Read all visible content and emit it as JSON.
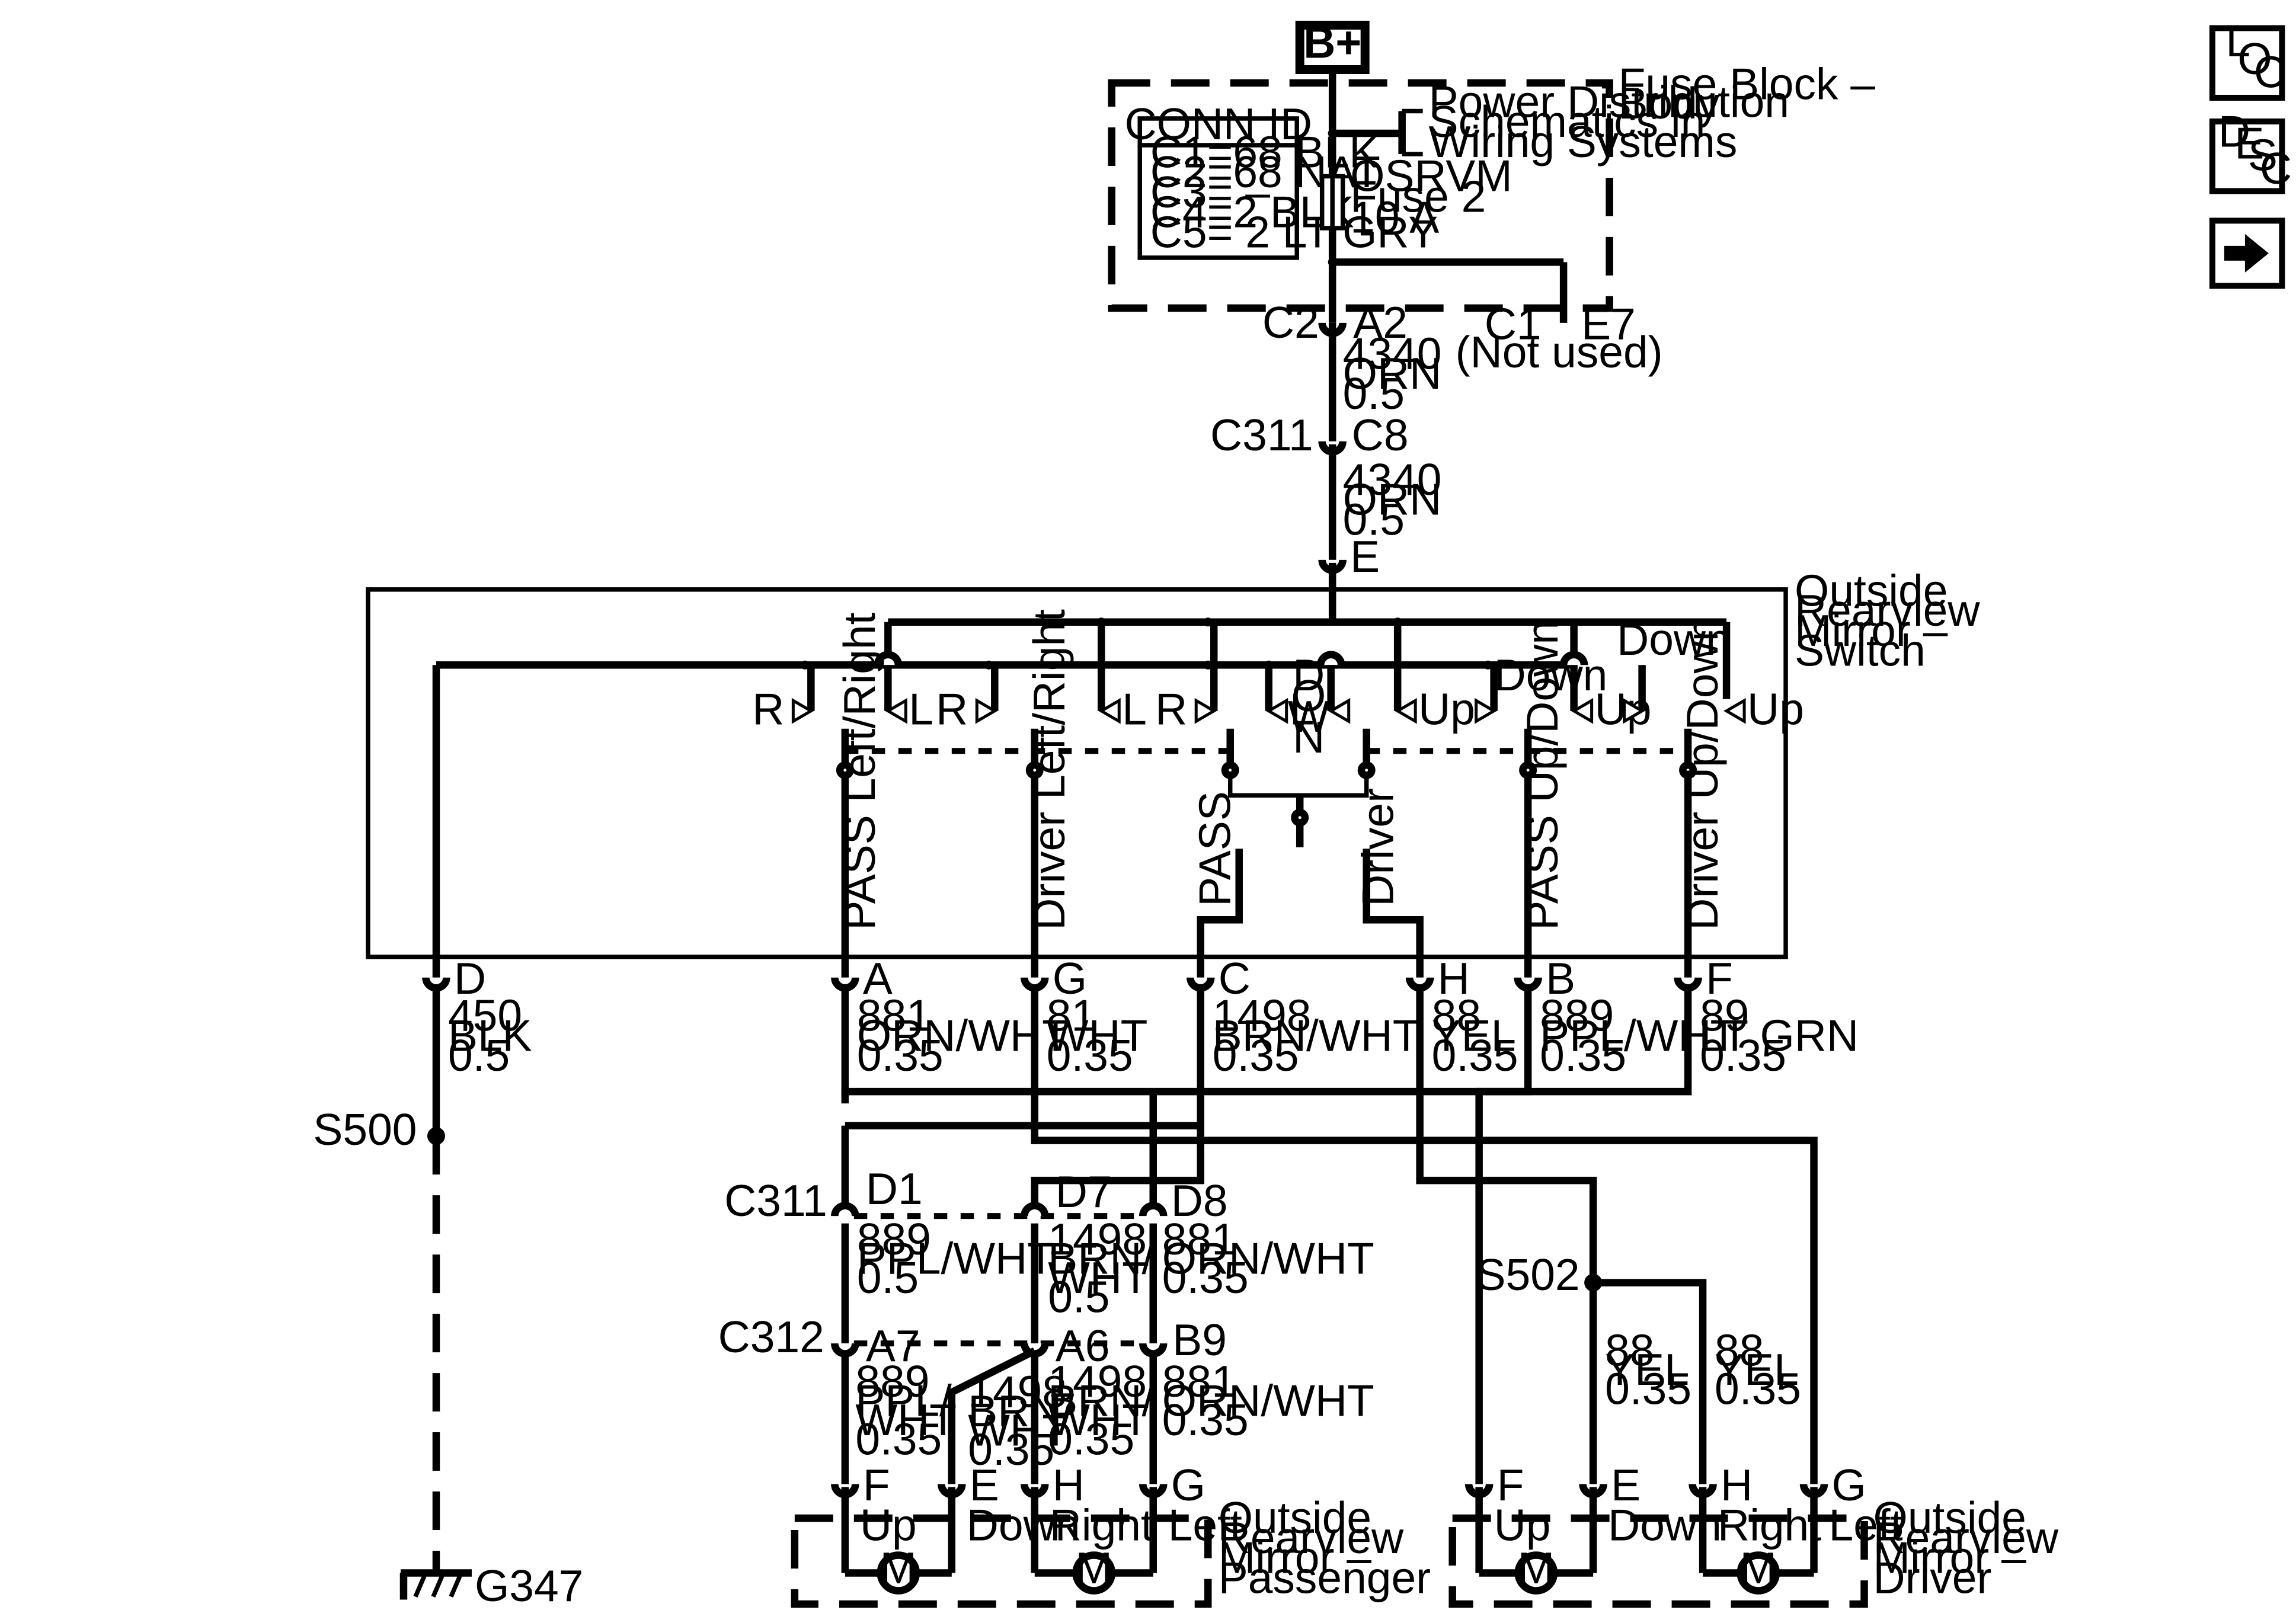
{
  "power": {
    "source": "B+"
  },
  "fuse_block": {
    "name": "Fuse Block –\nBody",
    "power_ref": "Power Distribution\nSchematics in\nWiring Systems",
    "fuse": "OSRVM\nFuse 2\n10 A",
    "conn_id_title": "CONN ID",
    "conn_ids": [
      "C1=68 BLK",
      "C2=68 NAT",
      "C3= –",
      "C4=2 BLK",
      "C5= 2 LT GRY"
    ],
    "out_conn": "C2",
    "out_pin": "A2",
    "unused_conn": "C1",
    "unused_pin": "E7",
    "unused_note": "(Not used)"
  },
  "feed_wires": [
    {
      "conn": "",
      "pin": "",
      "label": "4340\nORN\n0.5"
    },
    {
      "conn": "C311",
      "pin": "C8"
    },
    {
      "conn": "",
      "pin": "",
      "label": "4340\nORN\n0.5"
    }
  ],
  "switch": {
    "name": "Outside\nRearview\nMirror –\nSwitch",
    "input_pin": "E",
    "contact_labels": {
      "r": "R",
      "l": "L",
      "up": "Up",
      "down": "Down",
      "down_vertical": "DOWN"
    },
    "circuits": [
      "PASS Left/Right",
      "Driver Left/Right",
      "PASS",
      "Driver",
      "PASS Up/Down",
      "Driver Up/Down"
    ]
  },
  "switch_pins": [
    {
      "pin": "D",
      "label": "450\nBLK\n0.5"
    },
    {
      "pin": "A",
      "label": "881\nORN/WHT\n0.35"
    },
    {
      "pin": "G",
      "label": "81\nWHT\n0.35"
    },
    {
      "pin": "C",
      "label": "1498\nBRN/WHT\n0.35"
    },
    {
      "pin": "H",
      "label": "88\nYEL\n0.35"
    },
    {
      "pin": "B",
      "label": "889\nPPL/WHT\n0.35"
    },
    {
      "pin": "F",
      "label": "89\nLT GRN\n0.35"
    }
  ],
  "ground": {
    "splice": "S500",
    "ground": "G347"
  },
  "connectors": {
    "c311": {
      "name": "C311",
      "pins": [
        "D1",
        "D7",
        "D8"
      ]
    },
    "c312": {
      "name": "C312",
      "pins": [
        "A7",
        "A6",
        "B9"
      ]
    }
  },
  "mid_wires": [
    {
      "label": "889\nPPL/WHT\n0.5"
    },
    {
      "label": "1498\nBRN/\nWHT\n0.5"
    },
    {
      "label": "881\nORN/WHT\n0.35"
    }
  ],
  "low_wires": [
    {
      "label": "889\nPPL/\nWHT\n0.35"
    },
    {
      "label": "1498\nBRN/\nWHT\n0.35"
    },
    {
      "label": "1498\nBRN/\nWHT\n0.35"
    },
    {
      "label": "881\nORN/WHT\n0.35"
    }
  ],
  "driver_splice": {
    "name": "S502",
    "wire": "88\nYEL\n0.35"
  },
  "pass_mirror": {
    "name": "Outside\nRearview\nMirror –\nPassenger",
    "pins": [
      "F",
      "E",
      "H",
      "G"
    ],
    "terminals": [
      "Up",
      "Down",
      "Right",
      "Left"
    ],
    "motor": "M"
  },
  "driver_mirror": {
    "name": "Outside\nRearview\nMirror –\nDriver",
    "pins": [
      "F",
      "E",
      "H",
      "G"
    ],
    "terminals": [
      "Up",
      "Down",
      "Right",
      "Left"
    ],
    "motor": "M"
  },
  "side_buttons": [
    {
      "name": "loc-button",
      "l1": "L",
      "l2": "O",
      "l3": "C"
    },
    {
      "name": "desc-button",
      "l1": "D",
      "l2": "E",
      "l3": "S",
      "l4": "C"
    }
  ],
  "colors": {
    "line": "#000000",
    "background": "#ffffff"
  }
}
